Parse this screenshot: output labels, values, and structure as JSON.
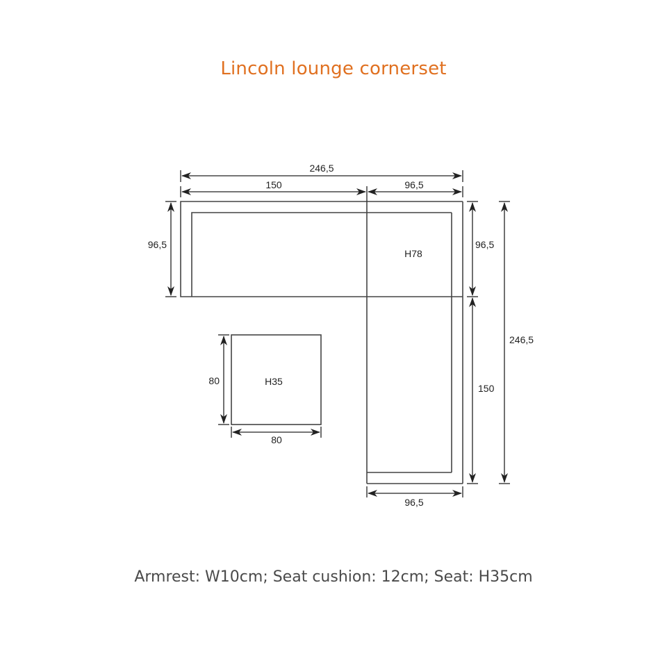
{
  "title": "Lincoln lounge cornerset",
  "footer": "Armrest: W10cm; Seat cushion: 12cm; Seat: H35cm",
  "colors": {
    "title": "#e07020",
    "lines": "#444444",
    "text": "#222222",
    "footer": "#4a4a4a"
  },
  "dimensions": {
    "top_total": "246,5",
    "top_left": "150",
    "top_right": "96,5",
    "left_height": "96,5",
    "right_upper": "96,5",
    "right_lower": "150",
    "right_total": "246,5",
    "bottom_width": "96,5",
    "table_height": "80",
    "table_width": "80"
  },
  "labels": {
    "corner_height": "H78",
    "table_height": "H35"
  }
}
